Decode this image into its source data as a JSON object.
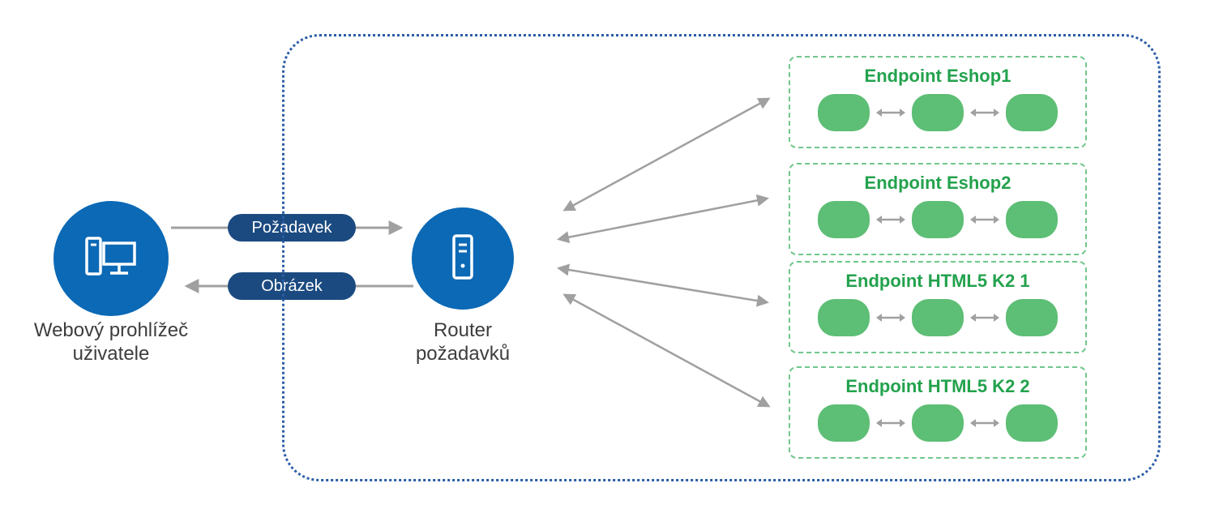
{
  "browser": {
    "label_line1": "Webový prohlížeč",
    "label_line2": "uživatele"
  },
  "router": {
    "label_line1": "Router",
    "label_line2": "požadavků"
  },
  "flows": {
    "request_label": "Požadavek",
    "response_label": "Obrázek"
  },
  "endpoints": [
    {
      "title": "Endpoint Eshop1"
    },
    {
      "title": "Endpoint Eshop2"
    },
    {
      "title": "Endpoint HTML5 K2 1"
    },
    {
      "title": "Endpoint HTML5 K2 2"
    }
  ],
  "colors": {
    "node_blue": "#0b69b6",
    "pill_navy": "#1b4a80",
    "green_shape": "#5dbe75",
    "green_text": "#23a24d",
    "green_dash_border": "#71c68c",
    "arrow_gray": "#a0a0a0",
    "outer_dotted_blue": "#2b5da7",
    "label_gray": "#3d3d3d"
  }
}
